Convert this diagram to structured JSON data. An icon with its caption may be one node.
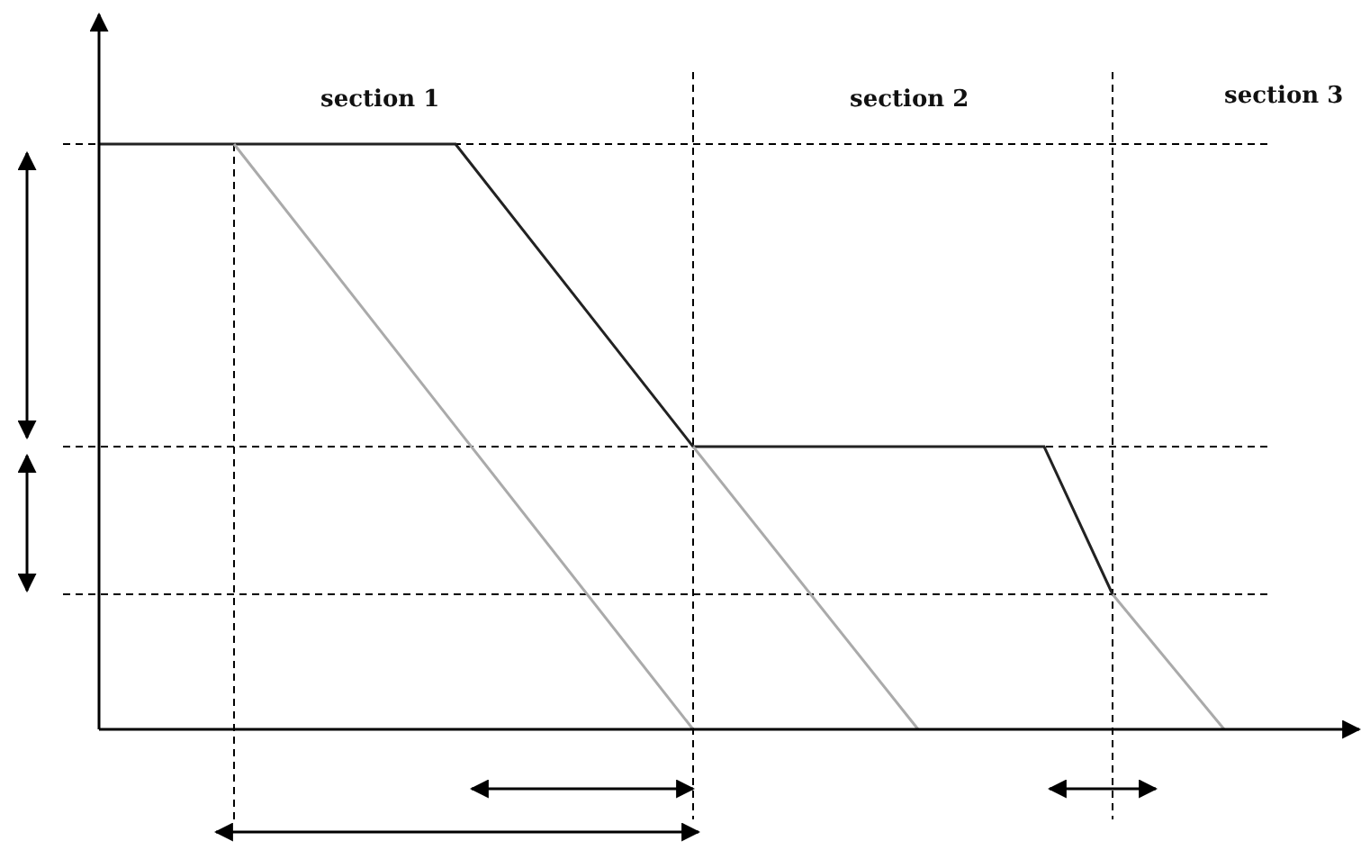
{
  "diagram": {
    "labels": [
      "section 1",
      "section 2",
      "section 3"
    ]
  }
}
